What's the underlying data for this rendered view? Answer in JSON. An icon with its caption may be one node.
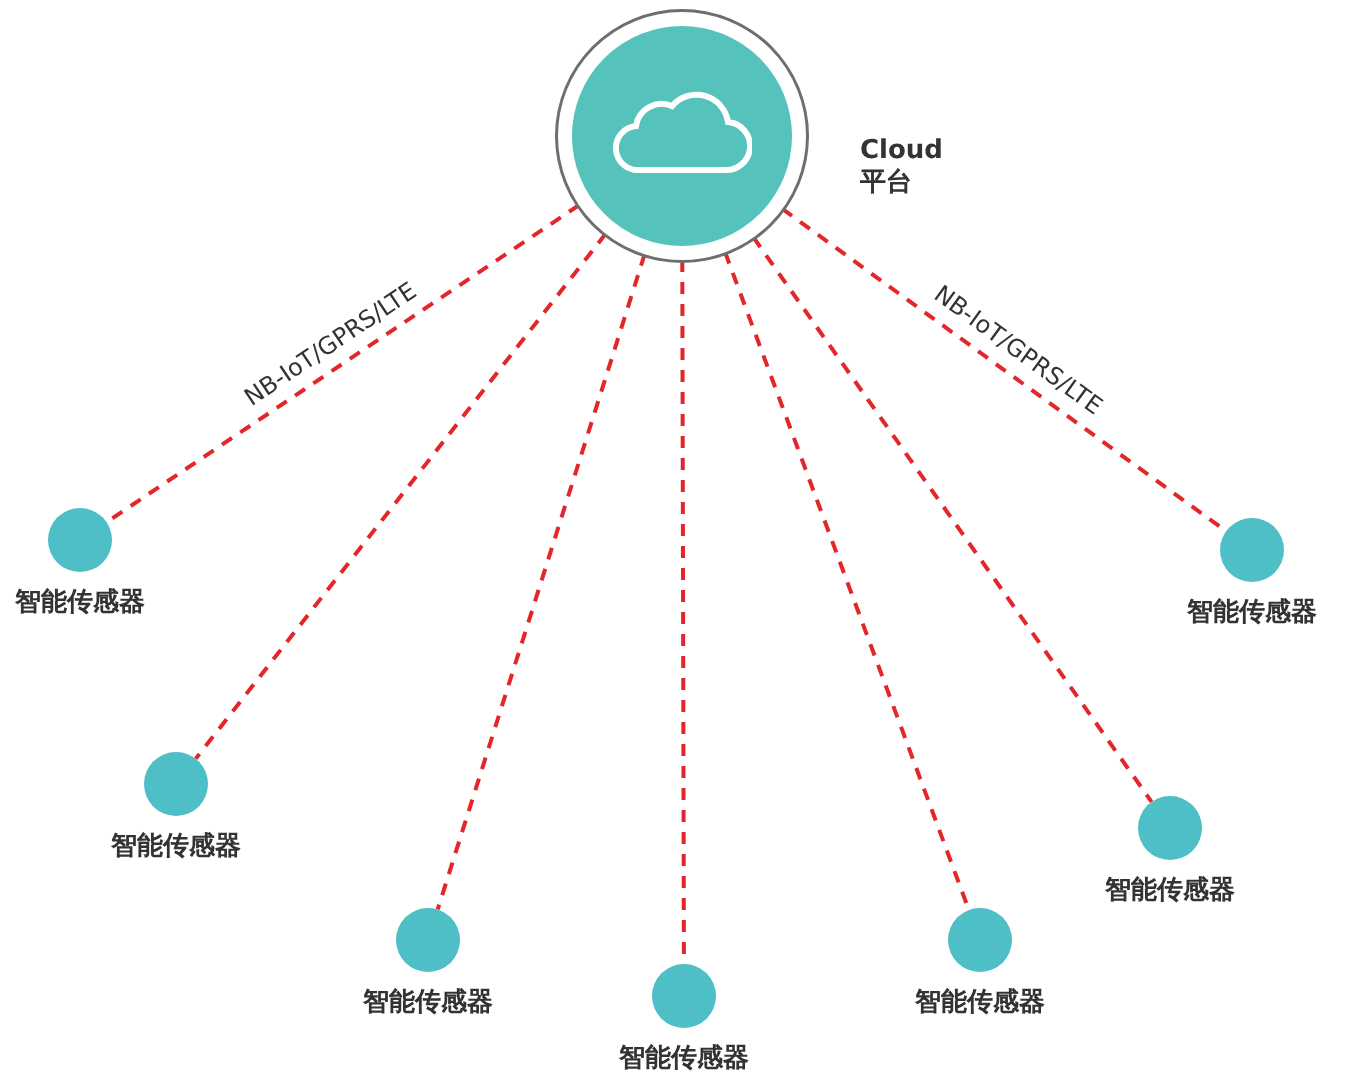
{
  "diagram": {
    "nodes": [
      {
        "text": [],
        "shape": "circle",
        "beside": [
          "Cloud 平台"
        ]
      },
      {
        "text": [],
        "shape": "circle",
        "beside": [
          "智能传感器"
        ]
      },
      {
        "text": [],
        "shape": "circle",
        "beside": [
          "智能传感器"
        ]
      },
      {
        "text": [],
        "shape": "circle",
        "beside": [
          "智能传感器"
        ]
      },
      {
        "text": [],
        "shape": "circle",
        "beside": [
          "智能传感器"
        ]
      },
      {
        "text": [],
        "shape": "circle",
        "beside": [
          "智能传感器"
        ]
      },
      {
        "text": [],
        "shape": "circle",
        "beside": [
          "智能传感器"
        ]
      },
      {
        "text": [],
        "shape": "circle",
        "beside": [
          "智能传感器"
        ]
      }
    ],
    "edges": [
      {
        "from": 0,
        "to": 1,
        "arrow": "none",
        "style": "dashed",
        "label": "NB-IoT/GPRS/LTE"
      },
      {
        "from": 0,
        "to": 2,
        "arrow": "none",
        "style": "dashed"
      },
      {
        "from": 0,
        "to": 3,
        "arrow": "none",
        "style": "dashed"
      },
      {
        "from": 0,
        "to": 4,
        "arrow": "none",
        "style": "dashed"
      },
      {
        "from": 0,
        "to": 5,
        "arrow": "none",
        "style": "dashed"
      },
      {
        "from": 0,
        "to": 6,
        "arrow": "none",
        "style": "dashed"
      },
      {
        "from": 0,
        "to": 7,
        "arrow": "none",
        "style": "dashed",
        "label": "NB-IoT/GPRS/LTE"
      }
    ]
  }
}
